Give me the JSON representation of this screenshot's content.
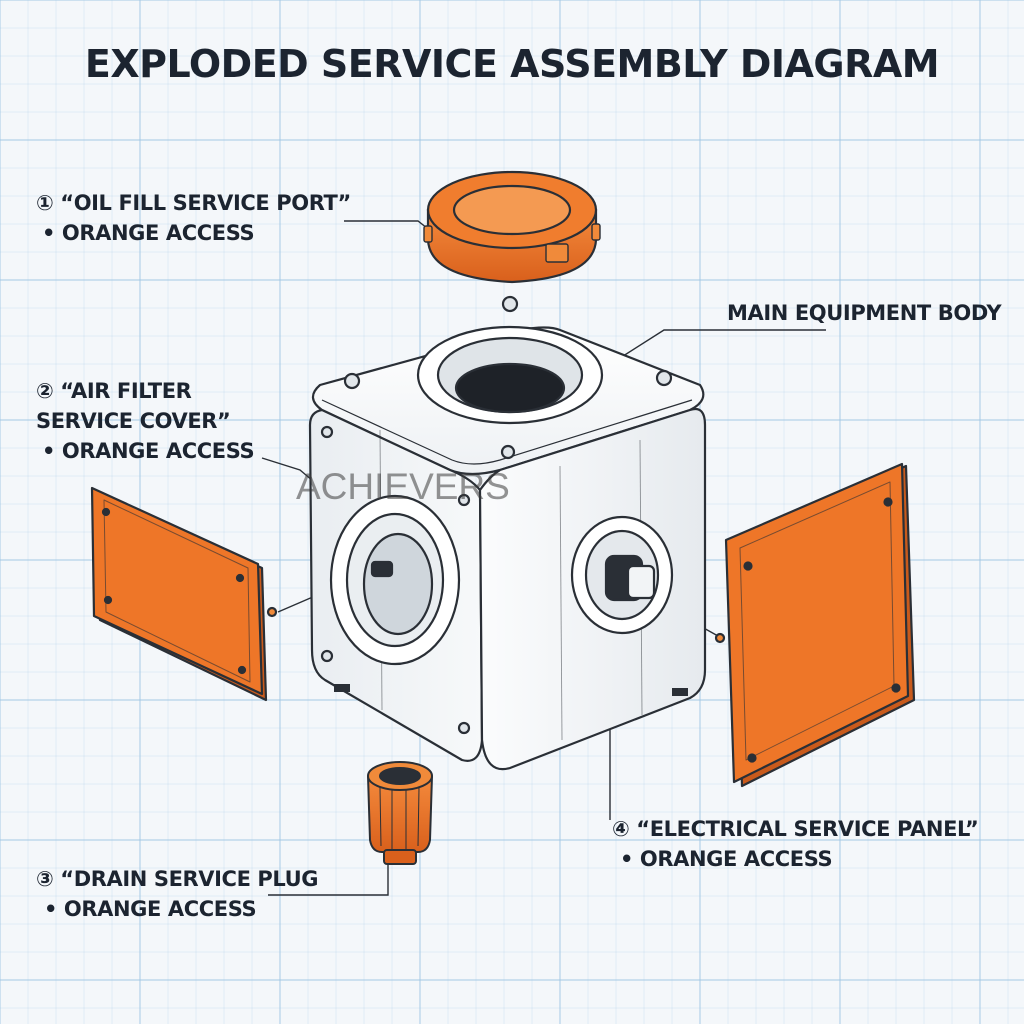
{
  "title": "EXPLODED SERVICE ASSEMBLY DIAGRAM",
  "watermark": "ACHIEVERS",
  "colors": {
    "accent": "#ee7628",
    "accent_dark": "#c8561a",
    "line": "#2a2f36",
    "grid": "#9fc6e4",
    "body": "#f8f9fa"
  },
  "labels": {
    "oil": {
      "line1": "① “OIL FILL SERVICE PORT”",
      "line2": "•  ORANGE ACCESS"
    },
    "air": {
      "line1": "② “AIR FILTER",
      "line2": "SERVICE COVER”",
      "line3": "•  ORANGE ACCESS"
    },
    "drain": {
      "line1": "③ “DRAIN SERVICE PLUG",
      "line2": "•  ORANGE ACCESS"
    },
    "elec": {
      "line1": "④ “ELECTRICAL SERVICE PANEL”",
      "line2": "•  ORANGE ACCESS"
    },
    "body": {
      "line1": "MAIN EQUIPMENT BODY"
    }
  }
}
